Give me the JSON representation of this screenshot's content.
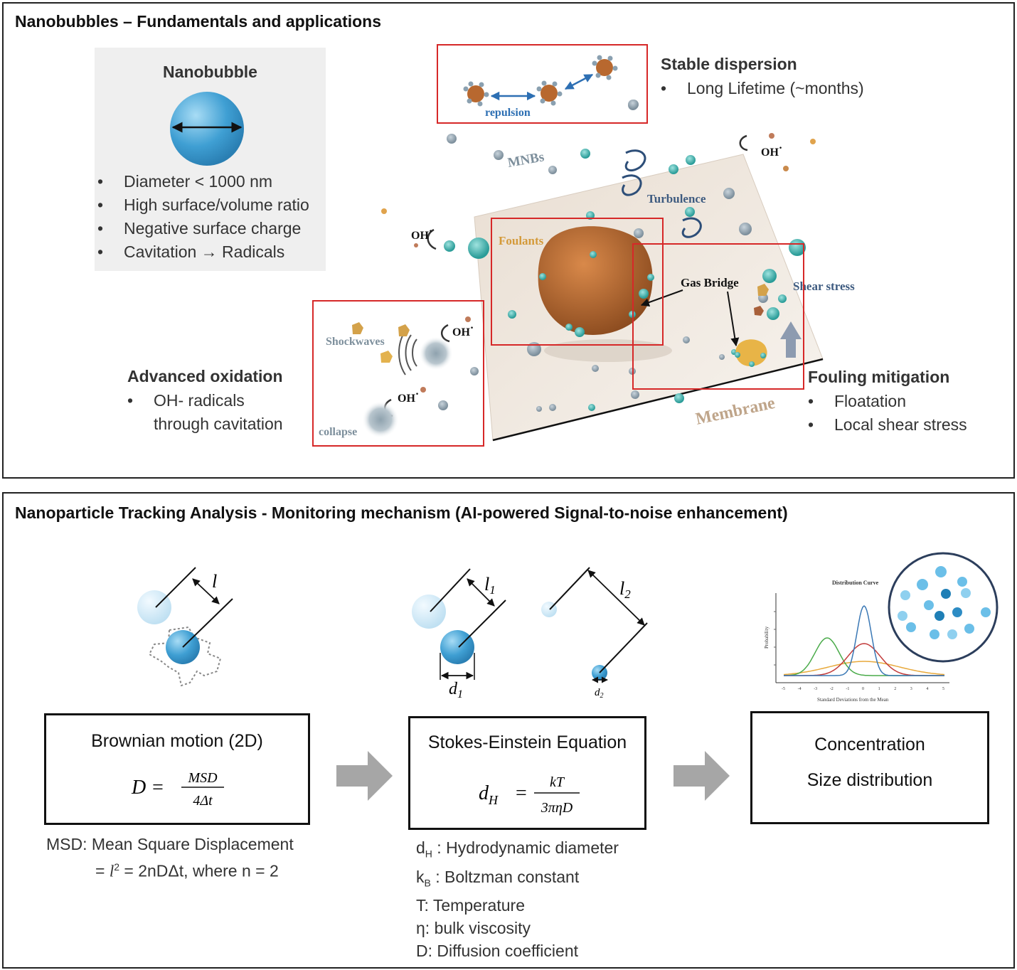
{
  "top": {
    "title": "Nanobubbles – Fundamentals and applications",
    "nanobubble": {
      "heading": "Nanobubble",
      "bullets": [
        "Diameter < 1000 nm",
        "High surface/volume ratio",
        "Negative surface charge",
        "Cavitation → Radicals"
      ]
    },
    "stable": {
      "heading": "Stable dispersion",
      "bullets": [
        "Long Lifetime (~months)"
      ]
    },
    "oxidation": {
      "heading": "Advanced oxidation",
      "bullet_line1": "OH- radicals",
      "bullet_line2": "through cavitation"
    },
    "fouling": {
      "heading": "Fouling mitigation",
      "bullets": [
        "Floatation",
        "Local shear stress"
      ]
    },
    "illustration": {
      "repulsion": "repulsion",
      "mnbs": "MNBs",
      "turbulence": "Turbulence",
      "foulants": "Foulants",
      "gas_bridge": "Gas Bridge",
      "shear_stress": "Shear stress",
      "shockwaves": "Shockwaves",
      "collapse": "collapse",
      "membrane": "Membrane",
      "oh": "OH",
      "oh_dot": "·"
    }
  },
  "bottom": {
    "title": "Nanoparticle Tracking Analysis - Monitoring mechanism (AI-powered Signal-to-noise enhancement)",
    "labels": {
      "l": "l",
      "l1": "l",
      "l1_sub": "1",
      "l2": "l",
      "l2_sub": "2",
      "d1": "d",
      "d1_sub": "1",
      "d2": "d",
      "d2_sub": "2"
    },
    "box1": {
      "title": "Brownian motion (2D)",
      "eq_lhs": "D =",
      "eq_num": "MSD",
      "eq_den": "4Δt"
    },
    "box2": {
      "title": "Stokes-Einstein Equation",
      "eq_lhs": "d",
      "eq_lhs_sub": "H",
      "eq_eq": "=",
      "eq_num": "kT",
      "eq_den": "3πηD"
    },
    "box3": {
      "line1": "Concentration",
      "line2": "Size distribution"
    },
    "msd_note": {
      "line1": "MSD: Mean Square Displacement",
      "line2_prefix": "= ",
      "line2_l": "l",
      "line2_sup": "2",
      "line2_rest": " = 2nDΔt, where n = 2"
    },
    "legend": [
      {
        "sym": "d",
        "sub": "H",
        "text": " : Hydrodynamic diameter"
      },
      {
        "sym": "k",
        "sub": "B",
        "text": " : Boltzman constant"
      },
      {
        "sym": "T",
        "sub": "",
        "text": ": Temperature"
      },
      {
        "sym": "η",
        "sub": "",
        "text": ": bulk viscosity"
      },
      {
        "sym": "D",
        "sub": "",
        "text": ": Diffusion coefficient"
      }
    ],
    "distribution": {
      "title": "Distribution Curve",
      "ylabel": "Probability",
      "xlabel": "Standard Deviations from the Mean",
      "ticks": [
        "-5",
        "-4",
        "-3",
        "-2",
        "-1",
        "0",
        "1",
        "2",
        "3",
        "4",
        "5"
      ]
    }
  },
  "colors": {
    "red_box": "#d62828",
    "bubble": "#3f9fd3",
    "teal": "#3fb7b3",
    "foulant": "#b8682f",
    "arrow_gray": "#a6a6a6"
  }
}
